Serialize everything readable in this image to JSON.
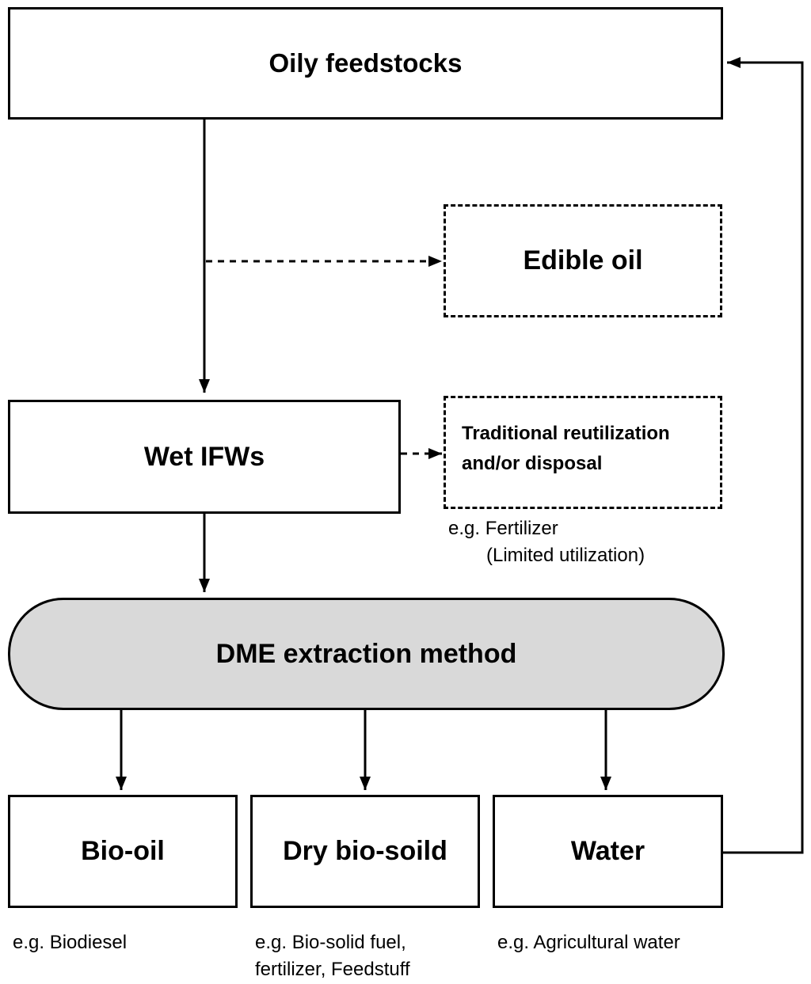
{
  "nodes": {
    "oily_feedstocks": "Oily feedstocks",
    "edible_oil": "Edible oil",
    "wet_ifws": "Wet IFWs",
    "traditional_line1": "Traditional reutilization",
    "traditional_line2": "and/or disposal",
    "dme_method": "DME extraction method",
    "bio_oil": "Bio-oil",
    "dry_bio_solid": "Dry bio-soild",
    "water": "Water"
  },
  "notes": {
    "fertilizer_line1": "e.g. Fertilizer",
    "fertilizer_line2": "(Limited utilization)",
    "bio_oil_example": "e.g. Biodiesel",
    "bio_solid_line1": "e.g. Bio-solid fuel,",
    "bio_solid_line2": "fertilizer, Feedstuff",
    "water_example": "e.g. Agricultural water"
  },
  "colors": {
    "stroke": "#000000",
    "process_fill": "#d9d9d9",
    "box_fill": "#ffffff"
  }
}
